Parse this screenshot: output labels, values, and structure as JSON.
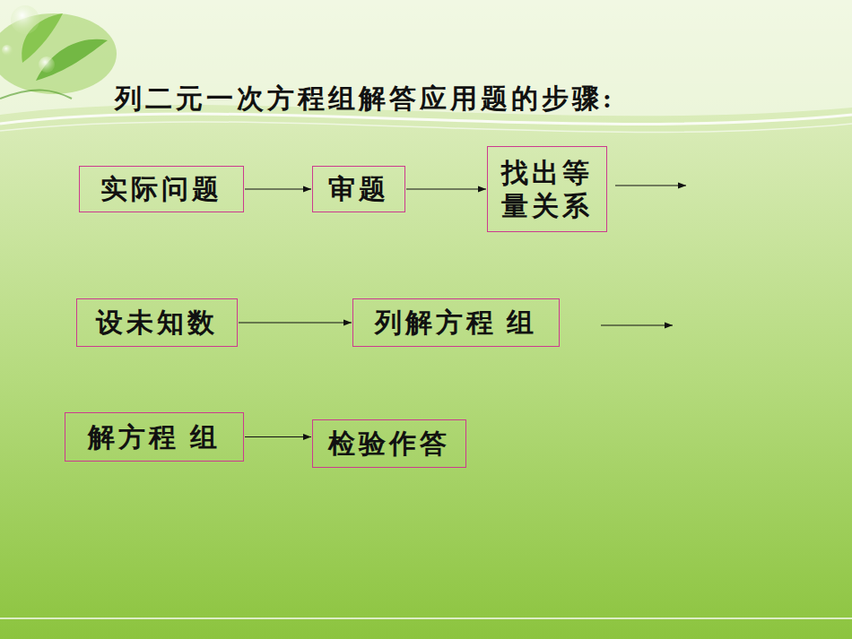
{
  "diagram": {
    "title": "列二元一次方程组解答应用题的步骤:",
    "nodes": [
      {
        "text": [
          "实际问题"
        ]
      },
      {
        "text": [
          "审题"
        ]
      },
      {
        "text": [
          "找出等 量关系"
        ]
      },
      {
        "text": [
          "设未知数"
        ]
      },
      {
        "text": [
          "列解方程 组"
        ]
      },
      {
        "text": [
          "解方程 组"
        ]
      },
      {
        "text": [
          "检验作答"
        ]
      }
    ],
    "edges": [
      {
        "from": 0,
        "to": 1,
        "arrow": "to"
      },
      {
        "from": 1,
        "to": 2,
        "arrow": "to"
      },
      {
        "from": 3,
        "to": 4,
        "arrow": "to"
      },
      {
        "from": 5,
        "to": 6,
        "arrow": "to"
      }
    ]
  }
}
